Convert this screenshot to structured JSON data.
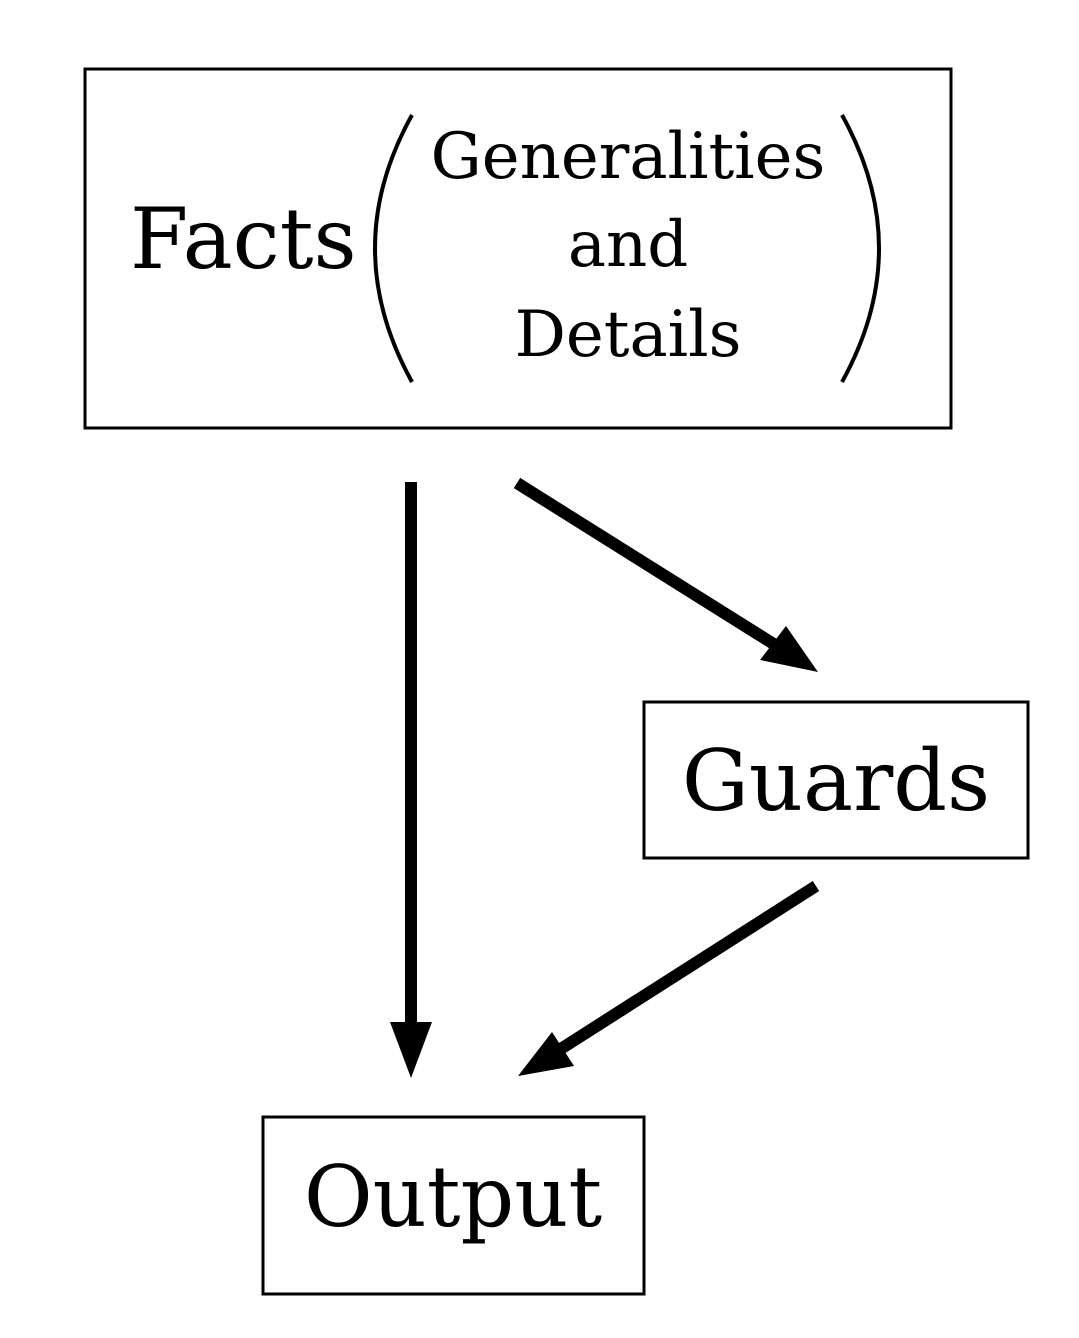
{
  "nodes": {
    "facts": {
      "label": "Facts",
      "detail_lines": [
        "Generalities",
        "and",
        "Details"
      ]
    },
    "guards": {
      "label": "Guards"
    },
    "output": {
      "label": "Output"
    }
  },
  "edges": [
    {
      "from": "facts",
      "to": "output"
    },
    {
      "from": "facts",
      "to": "guards"
    },
    {
      "from": "guards",
      "to": "output"
    }
  ],
  "colors": {
    "stroke": "#000000",
    "background": "#ffffff"
  }
}
